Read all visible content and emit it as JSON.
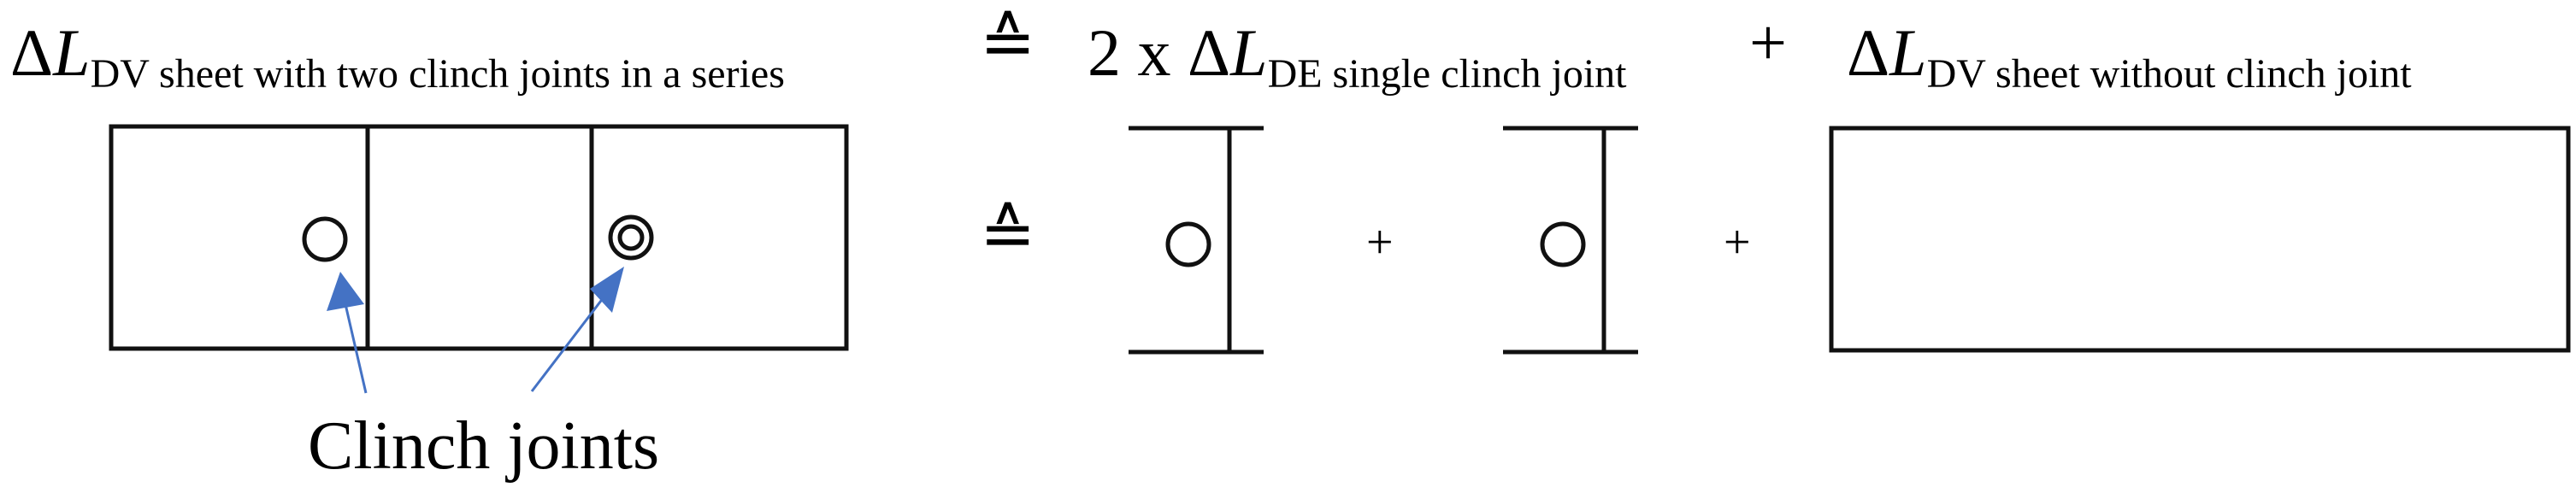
{
  "equation": {
    "delta_symbol": "Δ",
    "L_symbol": "L",
    "term1_subscript": "DV sheet with two clinch joints in a series",
    "correspondence_symbol": "≙",
    "multiplier": "2 x ",
    "term2_subscript": "DE single clinch joint",
    "plus": "+",
    "term3_subscript": "DV sheet without clinch joint"
  },
  "diagram": {
    "correspondence_symbol": "≙",
    "plus": "+",
    "annotation_label": "Clinch joints",
    "arrow_color": "#4472C4",
    "line_color": "#111111"
  }
}
